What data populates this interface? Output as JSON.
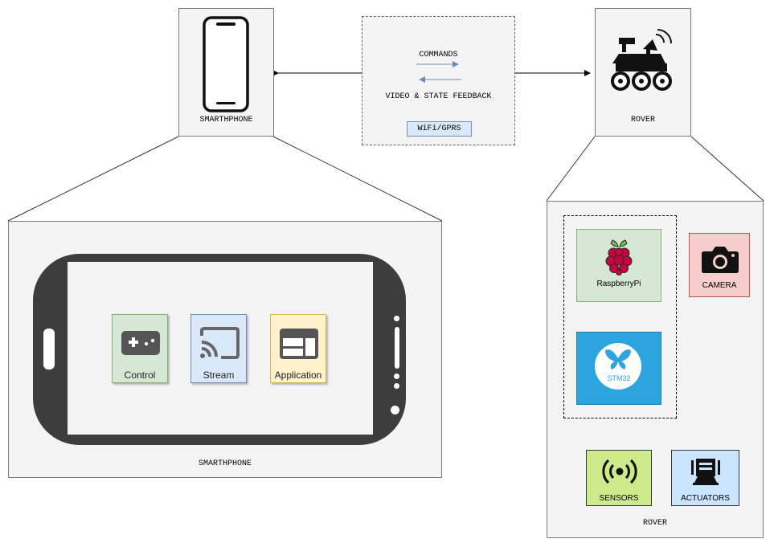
{
  "top": {
    "smartphone_label": "SMARTHPHONE",
    "rover_label": "ROVER"
  },
  "link": {
    "commands": "COMMANDS",
    "feedback": "VIDEO & STATE FEEDBACK",
    "network": "WiFi/GPRS"
  },
  "phone_detail": {
    "label": "SMARTHPHONE",
    "apps": [
      {
        "label": "Control",
        "icon": "gamepad-icon",
        "bg": "#d5e8d4",
        "border": "#82b366"
      },
      {
        "label": "Stream",
        "icon": "cast-icon",
        "bg": "#dae8fc",
        "border": "#6c8ebf"
      },
      {
        "label": "Application",
        "icon": "web-layout-icon",
        "bg": "#fff2cc",
        "border": "#d6b656"
      }
    ]
  },
  "rover_detail": {
    "label": "ROVER",
    "raspberry": "RaspberryPi",
    "stm32": "STM32",
    "camera": "CAMERA",
    "sensors": "SENSORS",
    "actuators": "ACTUATORS"
  },
  "colors": {
    "raspberry_bg": "#d5e8d4",
    "stm32_bg": "#2ca5de",
    "camera_bg": "#f8cecc",
    "sensors_bg": "#cdeb8b",
    "actuators_bg": "#cce5ff",
    "arrow_blue": "#6c8ebf"
  }
}
